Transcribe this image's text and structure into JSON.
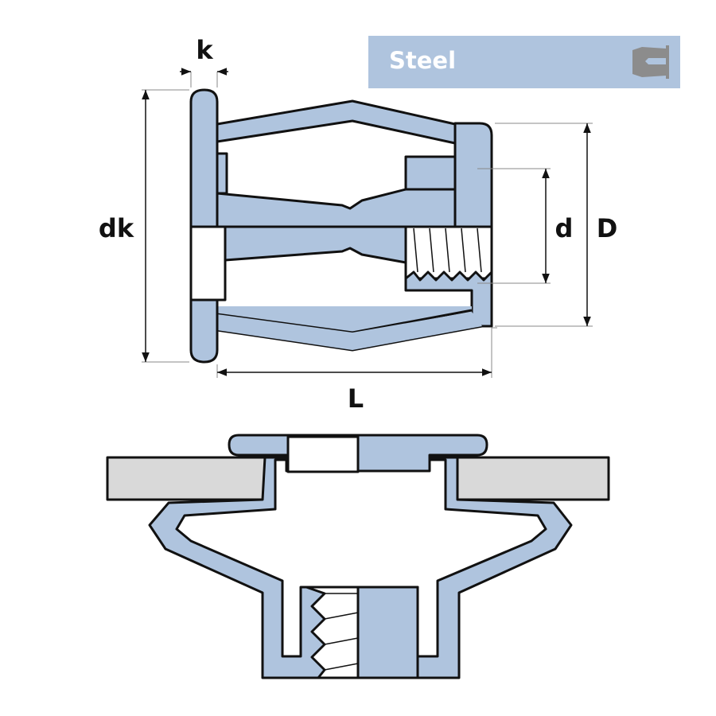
{
  "material": {
    "label": "Steel",
    "icon": "rivet-nut-icon"
  },
  "dimensions": {
    "k": "k",
    "dk": "dk",
    "d": "d",
    "D": "D",
    "L": "L"
  },
  "colors": {
    "part_fill": "#afc4de",
    "plate_fill": "#d9d9d9",
    "outline": "#111111",
    "banner": "#afc4de",
    "icon": "#8c8c8c"
  }
}
